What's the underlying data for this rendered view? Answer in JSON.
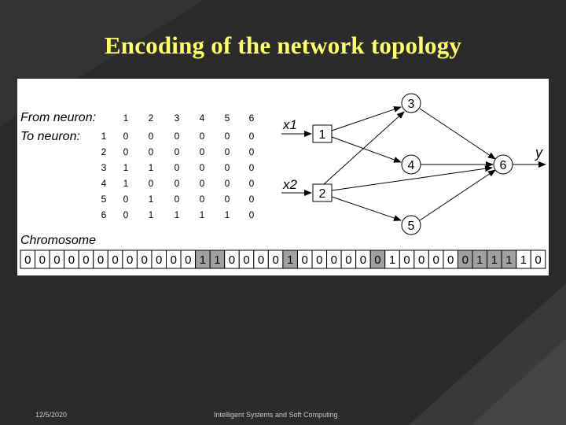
{
  "slide": {
    "title": "Encoding of the network topology",
    "footer_date": "12/5/2020",
    "footer_course": "Intelligent Systems and Soft Computing"
  },
  "matrix": {
    "from_label": "From neuron:",
    "to_label": "To neuron:",
    "columns": [
      "1",
      "2",
      "3",
      "4",
      "5",
      "6"
    ],
    "rows": [
      {
        "label": "1",
        "values": [
          "0",
          "0",
          "0",
          "0",
          "0",
          "0"
        ]
      },
      {
        "label": "2",
        "values": [
          "0",
          "0",
          "0",
          "0",
          "0",
          "0"
        ]
      },
      {
        "label": "3",
        "values": [
          "1",
          "1",
          "0",
          "0",
          "0",
          "0"
        ]
      },
      {
        "label": "4",
        "values": [
          "1",
          "0",
          "0",
          "0",
          "0",
          "0"
        ]
      },
      {
        "label": "5",
        "values": [
          "0",
          "1",
          "0",
          "0",
          "0",
          "0"
        ]
      },
      {
        "label": "6",
        "values": [
          "0",
          "1",
          "1",
          "1",
          "1",
          "0"
        ]
      }
    ]
  },
  "chromosome": {
    "label": "Chromosome",
    "bits": [
      "0",
      "0",
      "0",
      "0",
      "0",
      "0",
      "0",
      "0",
      "0",
      "0",
      "0",
      "0",
      "1",
      "1",
      "0",
      "0",
      "0",
      "0",
      "1",
      "0",
      "0",
      "0",
      "0",
      "0",
      "0",
      "1",
      "0",
      "0",
      "0",
      "0",
      "0",
      "1",
      "1",
      "1",
      "1",
      "0"
    ],
    "highlight": [
      false,
      false,
      false,
      false,
      false,
      false,
      false,
      false,
      false,
      false,
      false,
      false,
      true,
      true,
      false,
      false,
      false,
      false,
      true,
      false,
      false,
      false,
      false,
      false,
      true,
      false,
      false,
      false,
      false,
      false,
      true,
      true,
      true,
      true,
      false,
      false
    ],
    "highlight_color": "#a0a0a0"
  },
  "network": {
    "inputs": [
      {
        "label": "x1",
        "neuron": "1"
      },
      {
        "label": "x2",
        "neuron": "2"
      }
    ],
    "hidden": [
      "3",
      "4",
      "5"
    ],
    "output": {
      "neuron": "6",
      "label": "y"
    }
  }
}
